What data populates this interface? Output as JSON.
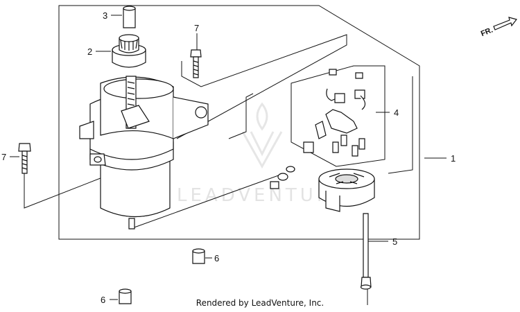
{
  "diagram": {
    "direction_label": "FR.",
    "callouts": {
      "c1": "1",
      "c2": "2",
      "c3": "3",
      "c4": "4",
      "c5": "5",
      "c6a": "6",
      "c6b": "6",
      "c7a": "7",
      "c7b": "7"
    },
    "watermark_text": "LEADVENTURE",
    "footer_text": "Rendered by LeadVenture, Inc."
  },
  "colors": {
    "line": "#111111",
    "watermark": "#e3e3e3"
  }
}
